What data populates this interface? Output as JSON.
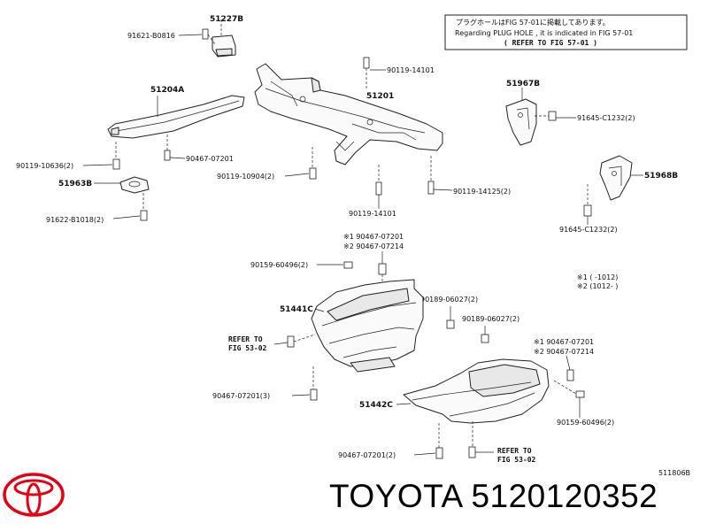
{
  "note_box": {
    "line1": "プラグホールはFIG 57-01に掲載してあります。",
    "line2": "Regarding PLUG HOLE , it is indicated in FIG 57-01",
    "line3": "( REFER TO FIG 57-01 )"
  },
  "labels": {
    "p51227B": "51227B",
    "b91621": "91621-B0816",
    "b90119_14101_a": "90119-14101",
    "p51201": "51201",
    "p51204A": "51204A",
    "b90467_07201": "90467-07201",
    "b90119_10636": "90119-10636(2)",
    "p51963B": "51963B",
    "b90119_10904": "90119-10904(2)",
    "b91622": "91622-B1018(2)",
    "b90119_14101_b": "90119-14101",
    "b90119_14125": "90119-14125(2)",
    "p51967B": "51967B",
    "b91645_a": "91645-C1232(2)",
    "p51968B": "51968B",
    "b91645_b": "91645-C1232(2)",
    "m1_top": "※1 90467-07201",
    "m2_top": "※2 90467-07214",
    "b90159_top": "90159-60496(2)",
    "legend1": "※1 (      -1012)",
    "legend2": "※2 (1012-      )",
    "b90189_a": "90189-06027(2)",
    "p51441C": "51441C",
    "b90189_b": "90189-06027(2)",
    "refer_53_a_1": "REFER TO",
    "refer_53_a_2": "FIG 53-02",
    "m1_right": "※1 90467-07201",
    "m2_right": "※2 90467-07214",
    "b90467_3": "90467-07201(3)",
    "p51442C": "51442C",
    "b90159_right": "90159-60496(2)",
    "b90467_2": "90467-07201(2)",
    "refer_53_b_1": "REFER TO",
    "refer_53_b_2": "FIG 53-02"
  },
  "figure_ref": "511806B",
  "footer": {
    "brand": "TOYOTA",
    "part_number": "5120120352"
  },
  "colors": {
    "logo": "#e60012",
    "ink": "#222222"
  },
  "icons": {
    "logo": "toyota-logo-icon"
  }
}
